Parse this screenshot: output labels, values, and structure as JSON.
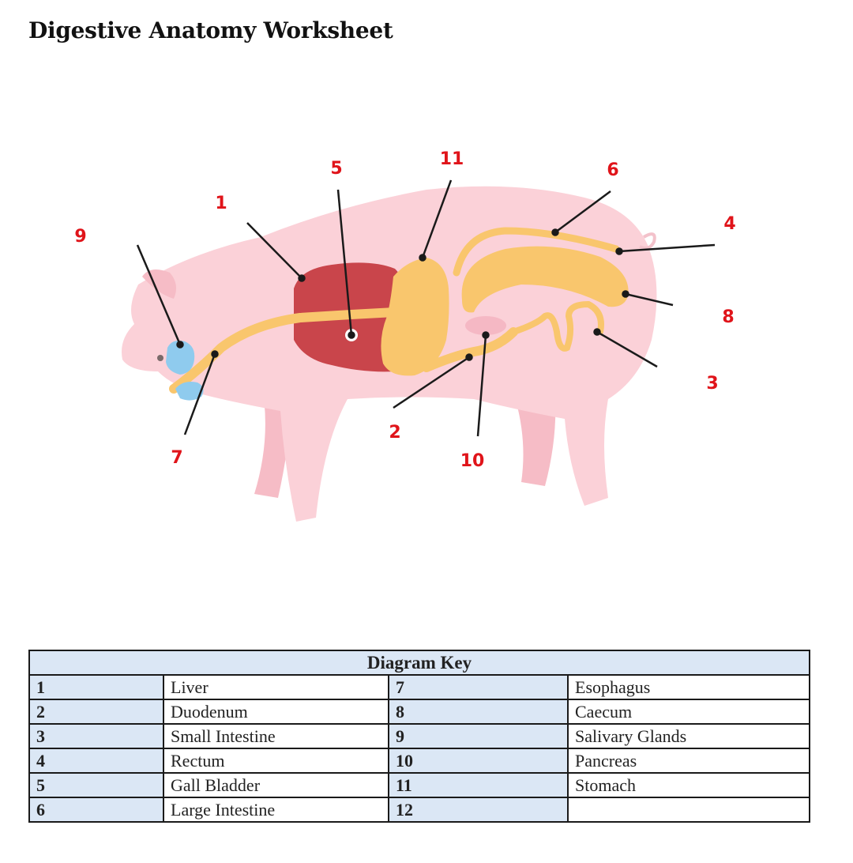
{
  "title": "Digestive Anatomy Worksheet",
  "callouts": [
    "1",
    "2",
    "3",
    "4",
    "5",
    "6",
    "7",
    "8",
    "9",
    "10",
    "11"
  ],
  "table": {
    "header": "Diagram Key",
    "rows": [
      {
        "n1": "1",
        "name1": "Liver",
        "n2": "7",
        "name2": "Esophagus"
      },
      {
        "n1": "2",
        "name1": "Duodenum",
        "n2": "8",
        "name2": "Caecum"
      },
      {
        "n1": "3",
        "name1": "Small Intestine",
        "n2": "9",
        "name2": "Salivary Glands"
      },
      {
        "n1": "4",
        "name1": "Rectum",
        "n2": "10",
        "name2": "Pancreas"
      },
      {
        "n1": "5",
        "name1": "Gall Bladder",
        "n2": "11",
        "name2": "Stomach"
      },
      {
        "n1": "6",
        "name1": "Large Intestine",
        "n2": "12",
        "name2": ""
      }
    ]
  },
  "colors": {
    "pig_body": "#fbd1d8",
    "pig_shade": "#f6bcc6",
    "liver": "#c9454b",
    "gut": "#f9c66d",
    "salivary": "#8fcbee",
    "pancreas": "#f5b8c4",
    "callout_text": "#e0141a",
    "key_fill": "#dbe7f5"
  }
}
